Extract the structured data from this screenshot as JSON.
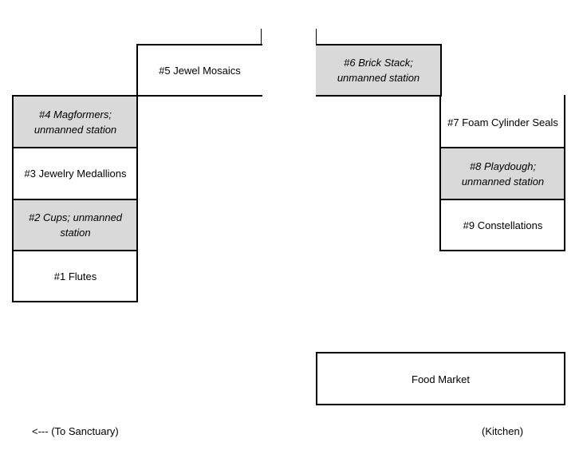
{
  "stations": {
    "s1": "#1 Flutes",
    "s2": "#2 Cups; unmanned station",
    "s3": "#3 Jewelry Medallions",
    "s4": "#4 Magformers; unmanned station",
    "s5": "#5 Jewel Mosaics",
    "s6": "#6 Brick Stack; unmanned station",
    "s7": "#7 Foam Cylinder Seals",
    "s8": "#8 Playdough; unmanned station",
    "s9": "#9 Constellations"
  },
  "food_market": "Food Market",
  "labels": {
    "to_sanctuary": "<--- (To Sanctuary)",
    "kitchen": "(Kitchen)"
  },
  "colors": {
    "unmanned_fill": "#d9d9d9",
    "manned_fill": "#ffffff",
    "line": "#000000"
  }
}
